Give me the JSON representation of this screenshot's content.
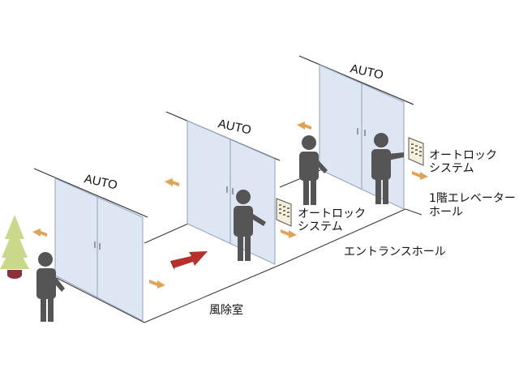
{
  "labels": {
    "auto_door_1": "AUTO",
    "auto_door_2": "AUTO",
    "auto_door_3": "AUTO",
    "vestibule": "風除室",
    "entrance_hall": "エントランスホール",
    "autolock_1_line1": "オートロック",
    "autolock_1_line2": "システム",
    "autolock_2_line1": "オートロック",
    "autolock_2_line2": "システム",
    "elevator_hall_line1": "1階エレベーター",
    "elevator_hall_line2": "ホール"
  },
  "colors": {
    "glass_fill": "#dde6f2",
    "glass_stroke": "#8fa3bb",
    "person": "#555555",
    "flow_arrow": "#e0a355",
    "main_arrow": "#b8302a",
    "plant": "#c9d98a",
    "floor_line": "#333333"
  }
}
